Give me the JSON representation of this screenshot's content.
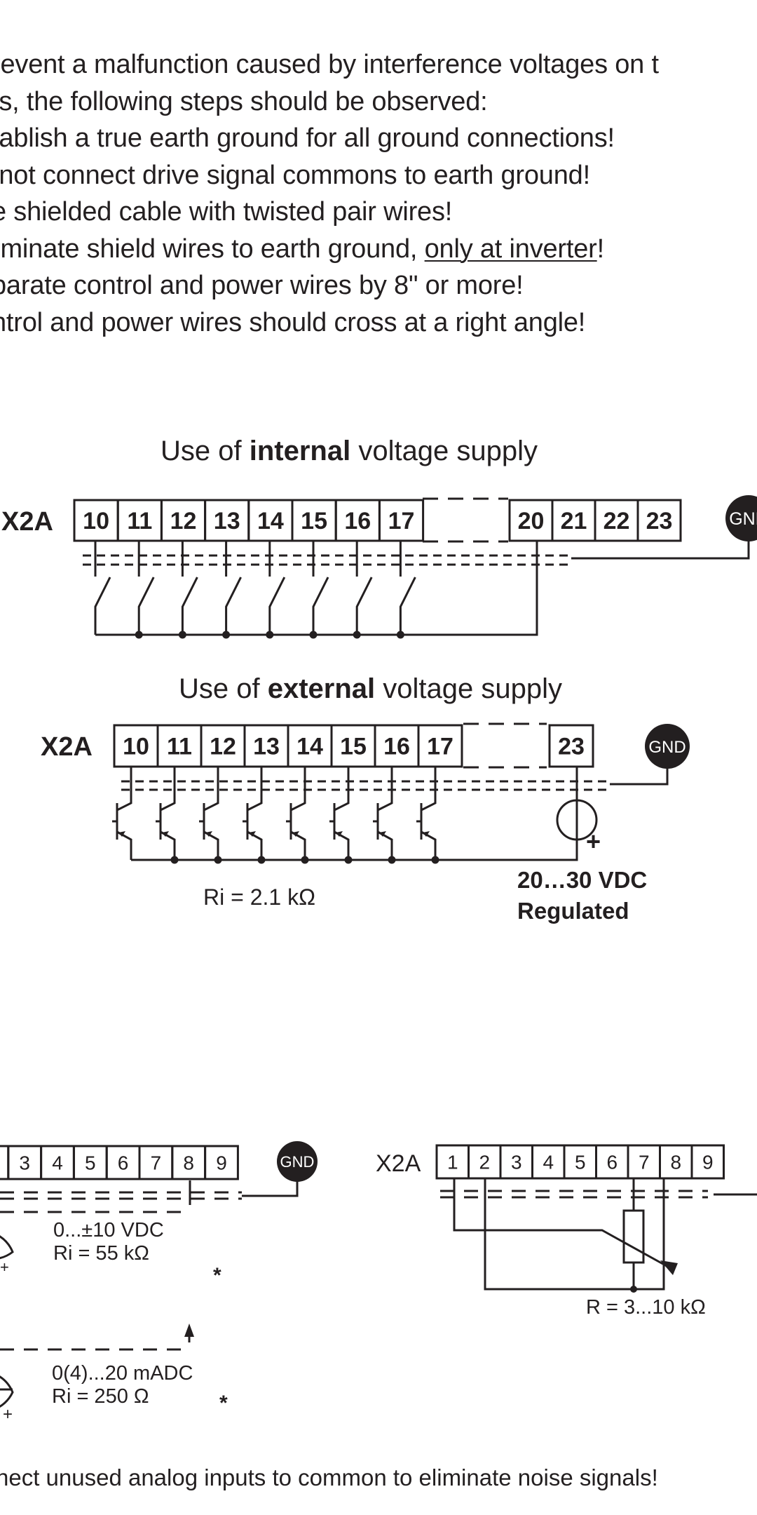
{
  "intro": {
    "lines": [
      "revent a malfunction caused by interference voltages on t",
      "ts, the following steps should be observed:",
      "tablish a true earth ground for all ground connections!",
      " not connect drive signal commons to earth ground!",
      "e shielded cable with twisted pair wires!",
      "rminate shield wires to earth ground, ",
      "parate control and power wires by 8\" or more!",
      "ntrol and power wires should cross at a right angle!"
    ],
    "underlined": "only at inverter",
    "underlined_suffix": "!"
  },
  "internal_supply": {
    "title_prefix": "Use of ",
    "title_bold": "internal",
    "title_suffix": " voltage supply",
    "connector": "X2A",
    "terminals_left": [
      "10",
      "11",
      "12",
      "13",
      "14",
      "15",
      "16",
      "17"
    ],
    "terminals_right": [
      "20",
      "21",
      "22",
      "23"
    ],
    "gnd_label": "GND"
  },
  "external_supply": {
    "title_prefix": "Use of ",
    "title_bold": "external",
    "title_suffix": " voltage supply",
    "connector": "X2A",
    "terminals_left": [
      "10",
      "11",
      "12",
      "13",
      "14",
      "15",
      "16",
      "17"
    ],
    "terminals_right": [
      "23"
    ],
    "gnd_label": "GND",
    "resistance": "Ri = 2.1 kΩ",
    "supply_voltage": "20…30 VDC",
    "supply_note": "Regulated",
    "plus": "+"
  },
  "analog_left": {
    "terminals": [
      "3",
      "4",
      "5",
      "6",
      "7",
      "8",
      "9"
    ],
    "gnd_label": "GND",
    "voltage_range": "0...±10 VDC",
    "voltage_ri": "Ri = 55 kΩ",
    "current_range": "0(4)...20 mADC",
    "current_ri": "Ri = 250 Ω",
    "asterisk": "*",
    "plus": "+"
  },
  "analog_right": {
    "connector": "X2A",
    "terminals": [
      "1",
      "2",
      "3",
      "4",
      "5",
      "6",
      "7",
      "8",
      "9"
    ],
    "resistance": "R = 3...10 kΩ"
  },
  "footer": "nect unused analog inputs to common to eliminate noise signals!"
}
